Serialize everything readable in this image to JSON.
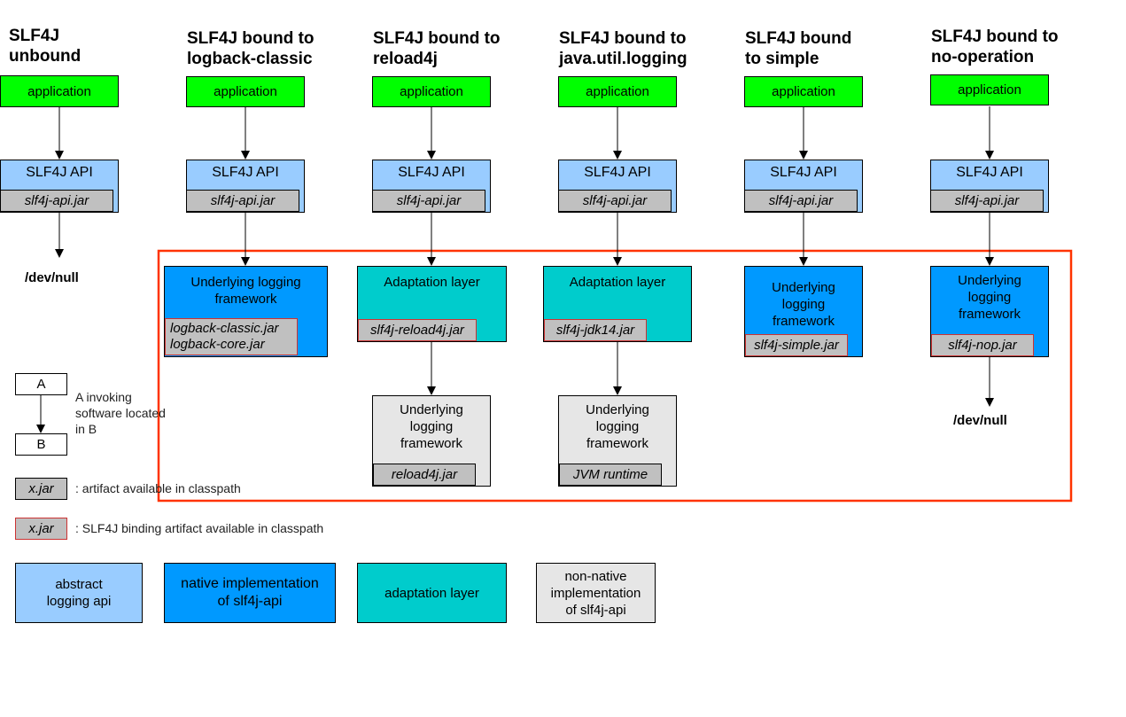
{
  "columns": [
    {
      "title": "SLF4J\nunbound",
      "application": "application",
      "api": "SLF4J API",
      "api_jar": "slf4j-api.jar",
      "destination": "/dev/null"
    },
    {
      "title": "SLF4J bound to\nlogback-classic",
      "application": "application",
      "api": "SLF4J API",
      "api_jar": "slf4j-api.jar",
      "framework": "Underlying logging\nframework",
      "framework_jars": [
        "logback-classic.jar",
        "logback-core.jar"
      ]
    },
    {
      "title": "SLF4J bound to\nreload4j",
      "application": "application",
      "api": "SLF4J API",
      "api_jar": "slf4j-api.jar",
      "adaptation": "Adaptation layer",
      "adaptation_jar": "slf4j-reload4j.jar",
      "framework": "Underlying\nlogging\nframework",
      "framework_jar": "reload4j.jar"
    },
    {
      "title": "SLF4J bound to\njava.util.logging",
      "application": "application",
      "api": "SLF4J API",
      "api_jar": "slf4j-api.jar",
      "adaptation": "Adaptation layer",
      "adaptation_jar": "slf4j-jdk14.jar",
      "framework": "Underlying\nlogging\nframework",
      "framework_jar": "JVM runtime"
    },
    {
      "title": "SLF4J bound\nto simple",
      "application": "application",
      "api": "SLF4J API",
      "api_jar": "slf4j-api.jar",
      "framework": "Underlying\nlogging\nframework",
      "framework_jar": "slf4j-simple.jar"
    },
    {
      "title": "SLF4J bound to\nno-operation",
      "application": "application",
      "api": "SLF4J API",
      "api_jar": "slf4j-api.jar",
      "framework": "Underlying\nlogging\nframework",
      "framework_jar": "slf4j-nop.jar",
      "destination": "/dev/null"
    }
  ],
  "legend": {
    "a": "A",
    "b": "B",
    "invoke_text": "A invoking\nsoftware located\nin B",
    "jar_label": "x.jar",
    "jar_text": ": artifact available in classpath",
    "binding_jar_label": "x.jar",
    "binding_jar_text": ": SLF4J binding artifact available in classpath",
    "abstract": "abstract\nlogging api",
    "native": "native implementation\nof slf4j-api",
    "adaptation": "adaptation layer",
    "nonnative": "non-native\nimplementation\nof slf4j-api"
  },
  "colors": {
    "application": "#00ff00",
    "abstract_api": "#99ccff",
    "native": "#0099ff",
    "adaptation": "#00cccc",
    "nonnative": "#e6e6e6",
    "jar": "#c0c0c0",
    "binding_border": "#cc3333",
    "highlight_frame": "#ff3300"
  }
}
